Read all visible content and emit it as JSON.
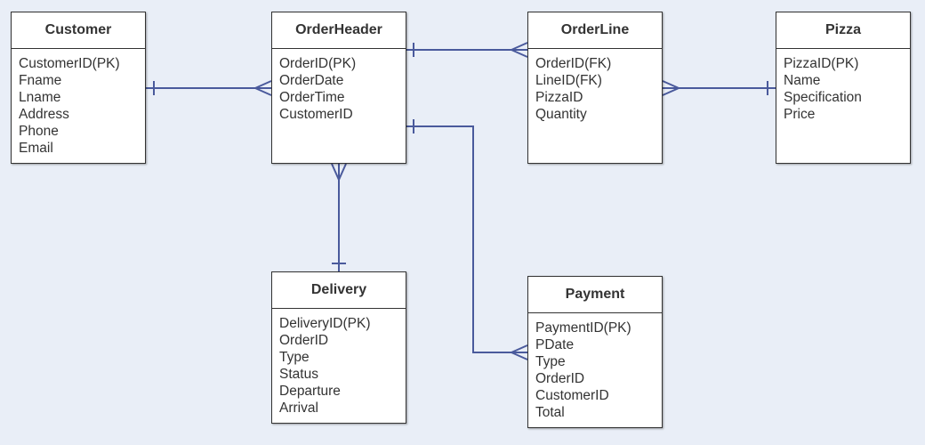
{
  "theme": {
    "background": "#e9eef7",
    "line_color": "#4a5a9c",
    "box_border": "#333333",
    "text_color": "#333333"
  },
  "entities": {
    "customer": {
      "title": "Customer",
      "attributes": [
        "CustomerID(PK)",
        "Fname",
        "Lname",
        "Address",
        "Phone",
        "Email"
      ]
    },
    "orderheader": {
      "title": "OrderHeader",
      "attributes": [
        "OrderID(PK)",
        "OrderDate",
        "OrderTime",
        "CustomerID"
      ]
    },
    "orderline": {
      "title": "OrderLine",
      "attributes": [
        "OrderID(FK)",
        "LineID(FK)",
        "PizzaID",
        "Quantity"
      ]
    },
    "pizza": {
      "title": "Pizza",
      "attributes": [
        "PizzaID(PK)",
        "Name",
        "Specification",
        "Price"
      ]
    },
    "delivery": {
      "title": "Delivery",
      "attributes": [
        "DeliveryID(PK)",
        "OrderID",
        "Type",
        "Status",
        "Departure",
        "Arrival"
      ]
    },
    "payment": {
      "title": "Payment",
      "attributes": [
        "PaymentID(PK)",
        "PDate",
        "Type",
        "OrderID",
        "CustomerID",
        "Total"
      ]
    }
  },
  "relationships": [
    {
      "from": "Customer",
      "to": "OrderHeader",
      "from_end": "one",
      "to_end": "many"
    },
    {
      "from": "OrderHeader",
      "to": "OrderLine",
      "from_end": "one",
      "to_end": "many"
    },
    {
      "from": "OrderLine",
      "to": "Pizza",
      "from_end": "many",
      "to_end": "one"
    },
    {
      "from": "OrderHeader",
      "to": "Delivery",
      "from_end": "many",
      "to_end": "one"
    },
    {
      "from": "OrderHeader",
      "to": "Payment",
      "from_end": "one",
      "to_end": "many"
    }
  ]
}
